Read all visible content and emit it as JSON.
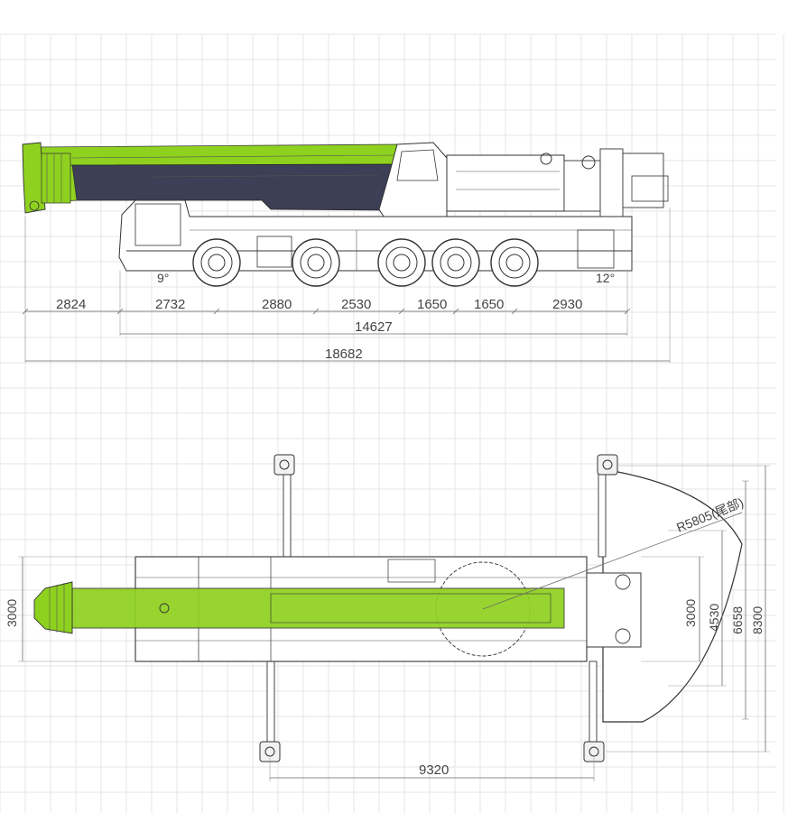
{
  "colors": {
    "boom_green": "#8fd11f",
    "boom_dark": "#3c3f55",
    "grid": "#e6e6e6",
    "line": "#444444"
  },
  "side_view": {
    "segments": [
      "2824",
      "2732",
      "2880",
      "2530",
      "1650",
      "1650",
      "2930"
    ],
    "overall_chassis": "14627",
    "overall_length": "18682",
    "angle_front": "9°",
    "angle_rear": "12°"
  },
  "top_view": {
    "boom_width": "3000",
    "outrigger_span_length": "9320",
    "radius_label": "R5805(尾部)",
    "widths": [
      "3000",
      "4530",
      "6658",
      "8300"
    ]
  }
}
